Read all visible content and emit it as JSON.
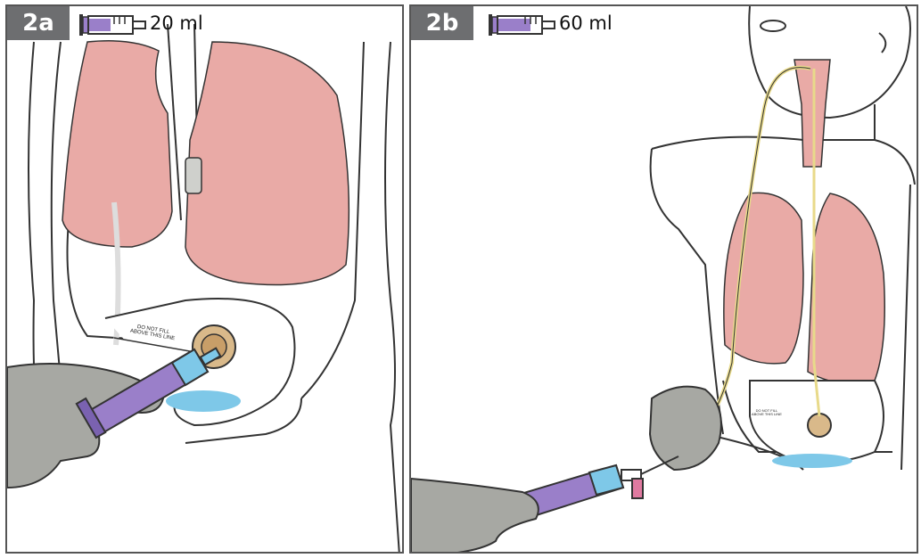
{
  "panels": [
    {
      "label": "2a",
      "volume": "20 ml",
      "warning_line1": "DO NOT FILL",
      "warning_line2": "ABOVE THIS LINE"
    },
    {
      "label": "2b",
      "volume": "60 ml",
      "warning_line1": "DO NOT FILL",
      "warning_line2": "ABOVE THIS LINE"
    }
  ],
  "colors": {
    "lung": "#e9aaa6",
    "syringe": "#9a7fc9",
    "fluid": "#7ec8e8",
    "glove": "#a7a8a3",
    "plug": "#d9b98a",
    "tube": "#e8da8a",
    "badge": "#6d6e70"
  },
  "icons": [
    "syringe-icon",
    "syringe-icon"
  ]
}
